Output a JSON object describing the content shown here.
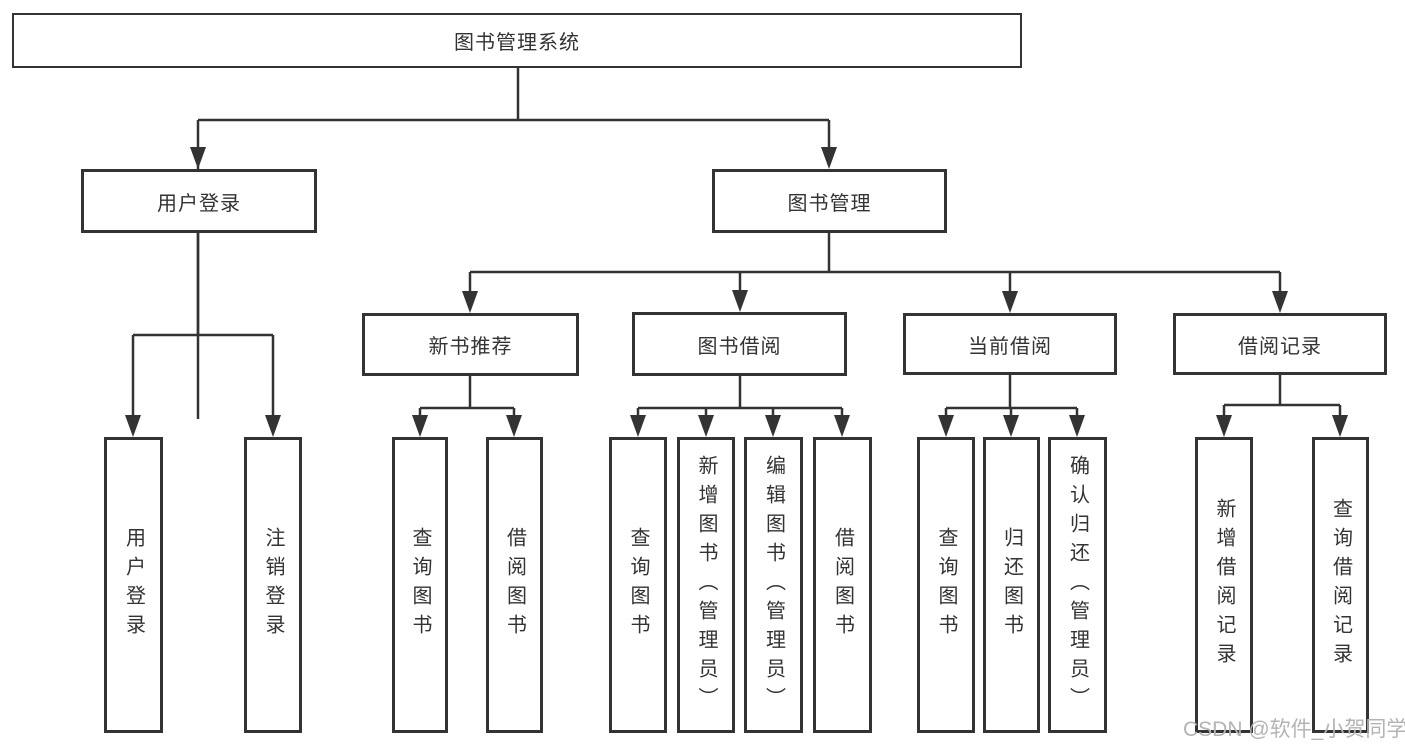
{
  "tree": {
    "label": "图书管理系统",
    "children": [
      {
        "label": "用户登录",
        "children": [
          {
            "label": "用户登录"
          },
          {
            "label": "注销登录"
          }
        ]
      },
      {
        "label": "图书管理",
        "children": [
          {
            "label": "新书推荐",
            "children": [
              {
                "label": "查询图书"
              },
              {
                "label": "借阅图书"
              }
            ]
          },
          {
            "label": "图书借阅",
            "children": [
              {
                "label": "查询图书"
              },
              {
                "label": "新增图书（管理员）"
              },
              {
                "label": "编辑图书（管理员）"
              },
              {
                "label": "借阅图书"
              }
            ]
          },
          {
            "label": "当前借阅",
            "children": [
              {
                "label": "查询图书"
              },
              {
                "label": "归还图书"
              },
              {
                "label": "确认归还（管理员）"
              }
            ]
          },
          {
            "label": "借阅记录",
            "children": [
              {
                "label": "新增借阅记录"
              },
              {
                "label": "查询借阅记录"
              }
            ]
          }
        ]
      }
    ]
  },
  "watermark": {
    "text": "CSDN @软件_小贺同学"
  },
  "colors": {
    "line": "#333333",
    "box_border": "#333333",
    "text": "#333333",
    "background": "#ffffff",
    "watermark": "#b4b4b4"
  }
}
